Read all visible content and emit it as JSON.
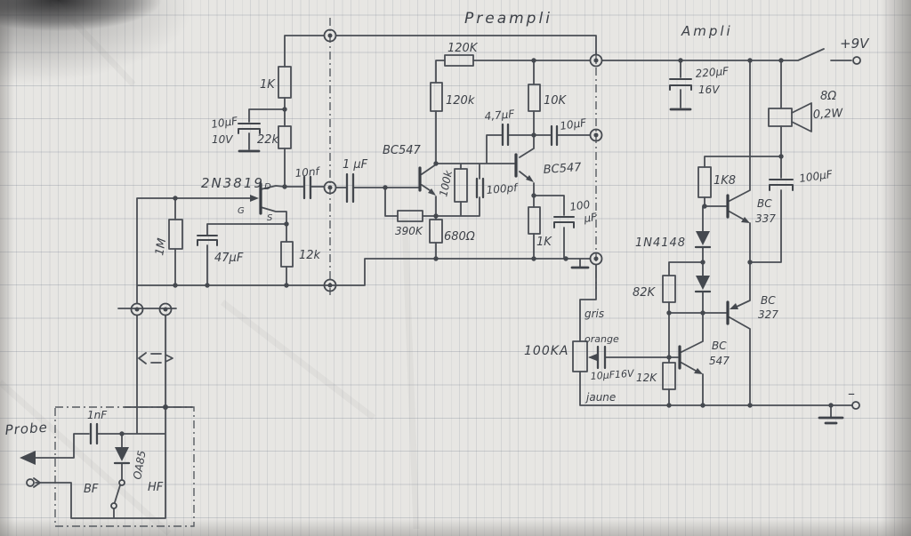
{
  "titles": {
    "preampli": "Preampli",
    "ampli": "Ampli"
  },
  "power": {
    "plus": "+9V",
    "minus": "–"
  },
  "preamp": {
    "r120k_top": "120K",
    "r1k": "1K",
    "r22k": "22k",
    "c10uf": "10μF",
    "c10uf_v": "10V",
    "jfet": "2N3819",
    "jfet_d": "D",
    "jfet_g": "G",
    "jfet_s": "S",
    "r1m": "1M",
    "c47uf": "47μF",
    "r12k": "12k",
    "c10nf": "10nf",
    "c1uf": "1 μF",
    "q1": "BC547",
    "r120k": "120k",
    "r10k": "10K",
    "c4u7": "4,7μF",
    "c10uf_out": "10μF",
    "q2": "BC547",
    "r100k": "100k",
    "c100pf": "100pf",
    "r390k": "390K",
    "r680": "680Ω",
    "r1k_e": "1K",
    "c100uf_a": "100",
    "c100uf_b": "μF"
  },
  "amp": {
    "c220uf": "220μF",
    "c220uf_v": "16V",
    "spk_ohm": "8Ω",
    "spk_w": "0,2W",
    "r1k8": "1K8",
    "c100uf": "100μF",
    "q337_1": "BC",
    "q337_2": "337",
    "d4148": "1N4148",
    "r82k": "82K",
    "q327_1": "BC",
    "q327_2": "327",
    "pot": "100KA",
    "c10uf16": "10μF16V",
    "r12k": "12K",
    "q547_1": "BC",
    "q547_2": "547"
  },
  "wire_colors": {
    "gray": "gris",
    "orange": "orange",
    "yellow": "jaune"
  },
  "probe": {
    "title": "Probe",
    "c1nf": "1nF",
    "diode": "OA85",
    "bf": "BF",
    "hf": "HF"
  },
  "style": {
    "pencil": "#45494f",
    "paper": "#e7e6e3"
  }
}
